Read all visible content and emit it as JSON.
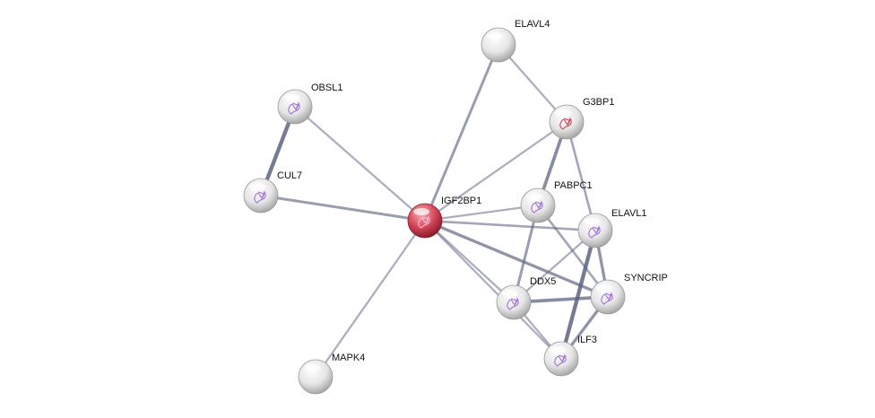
{
  "network": {
    "nodes": [
      {
        "id": "ELAVL4",
        "label": "ELAVL4",
        "query": false,
        "structure": false
      },
      {
        "id": "OBSL1",
        "label": "OBSL1",
        "query": false,
        "structure": true
      },
      {
        "id": "G3BP1",
        "label": "G3BP1",
        "query": false,
        "structure": true,
        "structure_color": "#d04050"
      },
      {
        "id": "CUL7",
        "label": "CUL7",
        "query": false,
        "structure": true
      },
      {
        "id": "IGF2BP1",
        "label": "IGF2BP1",
        "query": true,
        "structure": true
      },
      {
        "id": "PABPC1",
        "label": "PABPC1",
        "query": false,
        "structure": true
      },
      {
        "id": "ELAVL1",
        "label": "ELAVL1",
        "query": false,
        "structure": true
      },
      {
        "id": "DDX5",
        "label": "DDX5",
        "query": false,
        "structure": true
      },
      {
        "id": "SYNCRIP",
        "label": "SYNCRIP",
        "query": false,
        "structure": true
      },
      {
        "id": "ILF3",
        "label": "ILF3",
        "query": false,
        "structure": true
      },
      {
        "id": "MAPK4",
        "label": "MAPK4",
        "query": false,
        "structure": false
      }
    ],
    "edges": [
      {
        "a": "OBSL1",
        "b": "CUL7",
        "strength": 0.9
      },
      {
        "a": "OBSL1",
        "b": "IGF2BP1",
        "strength": 0.3
      },
      {
        "a": "CUL7",
        "b": "IGF2BP1",
        "strength": 0.5
      },
      {
        "a": "IGF2BP1",
        "b": "ELAVL4",
        "strength": 0.5
      },
      {
        "a": "IGF2BP1",
        "b": "G3BP1",
        "strength": 0.3
      },
      {
        "a": "IGF2BP1",
        "b": "MAPK4",
        "strength": 0.3
      },
      {
        "a": "IGF2BP1",
        "b": "PABPC1",
        "strength": 0.3
      },
      {
        "a": "IGF2BP1",
        "b": "ELAVL1",
        "strength": 0.4
      },
      {
        "a": "IGF2BP1",
        "b": "SYNCRIP",
        "strength": 0.6
      },
      {
        "a": "IGF2BP1",
        "b": "DDX5",
        "strength": 0.3
      },
      {
        "a": "IGF2BP1",
        "b": "ILF3",
        "strength": 0.3
      },
      {
        "a": "ELAVL4",
        "b": "G3BP1",
        "strength": 0.3
      },
      {
        "a": "G3BP1",
        "b": "PABPC1",
        "strength": 0.7
      },
      {
        "a": "G3BP1",
        "b": "ELAVL1",
        "strength": 0.4
      },
      {
        "a": "PABPC1",
        "b": "DDX5",
        "strength": 0.5
      },
      {
        "a": "PABPC1",
        "b": "SYNCRIP",
        "strength": 0.4
      },
      {
        "a": "ELAVL1",
        "b": "DDX5",
        "strength": 0.3
      },
      {
        "a": "ELAVL1",
        "b": "SYNCRIP",
        "strength": 0.6
      },
      {
        "a": "ELAVL1",
        "b": "ILF3",
        "strength": 0.9
      },
      {
        "a": "DDX5",
        "b": "SYNCRIP",
        "strength": 0.7
      },
      {
        "a": "DDX5",
        "b": "ILF3",
        "strength": 0.3
      },
      {
        "a": "SYNCRIP",
        "b": "ILF3",
        "strength": 0.6
      }
    ]
  },
  "colors": {
    "edge": "#5c6280",
    "node": "#e4e4e4",
    "query_node": "#d84a5c",
    "structure": "#a070d0"
  }
}
